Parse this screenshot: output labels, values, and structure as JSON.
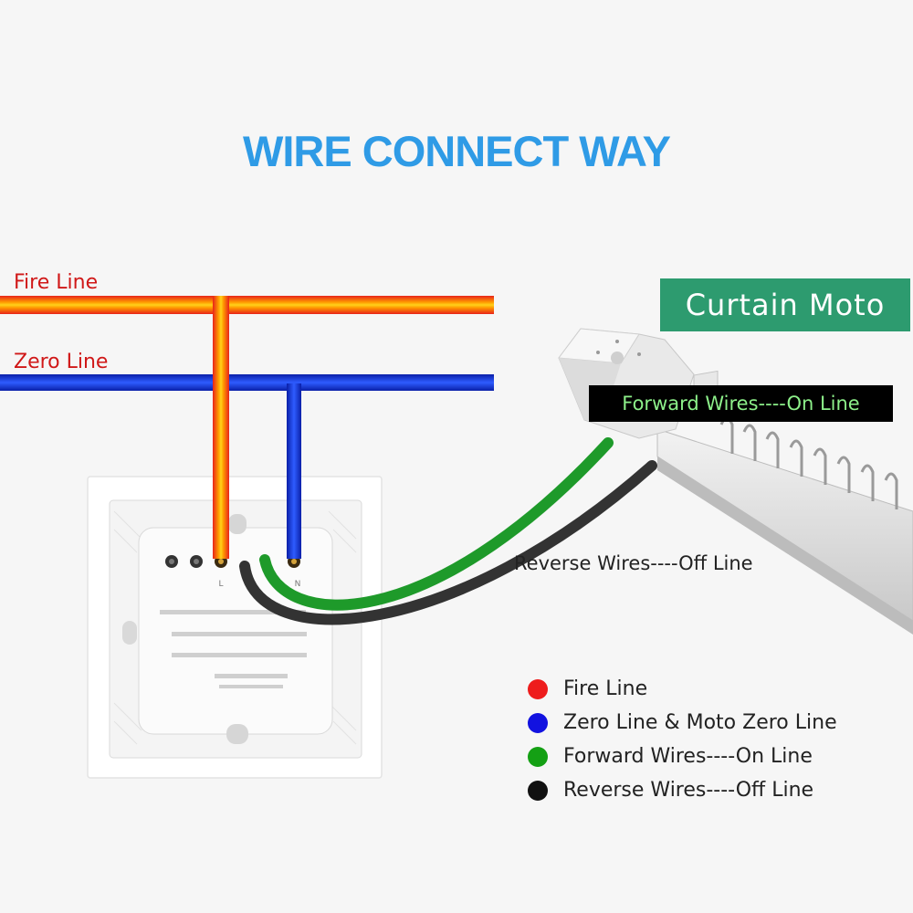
{
  "title": "WIRE CONNECT WAY",
  "lines": {
    "fire": "Fire Line",
    "zero": "Zero Line"
  },
  "switch": {
    "terminal_l": "L",
    "terminal_n": "N"
  },
  "motor": {
    "label": "Curtain Moto",
    "forward": "Forward Wires----On Line",
    "reverse": "Reverse Wires----Off Line"
  },
  "legend": [
    {
      "label": "Fire Line",
      "color": "#ee1c1c"
    },
    {
      "label": "Zero Line & Moto Zero Line",
      "color": "#1212e0"
    },
    {
      "label": "Forward Wires----On Line",
      "color": "#14a014"
    },
    {
      "label": "Reverse Wires----Off Line",
      "color": "#111111"
    }
  ],
  "colors": {
    "title": "#2f9be6",
    "fire_wire": "#ff9900",
    "zero_wire": "#1a3fd6",
    "forward_wire": "#1e9a2a",
    "reverse_wire": "#333333",
    "motor_badge": "#2d9b6f"
  }
}
